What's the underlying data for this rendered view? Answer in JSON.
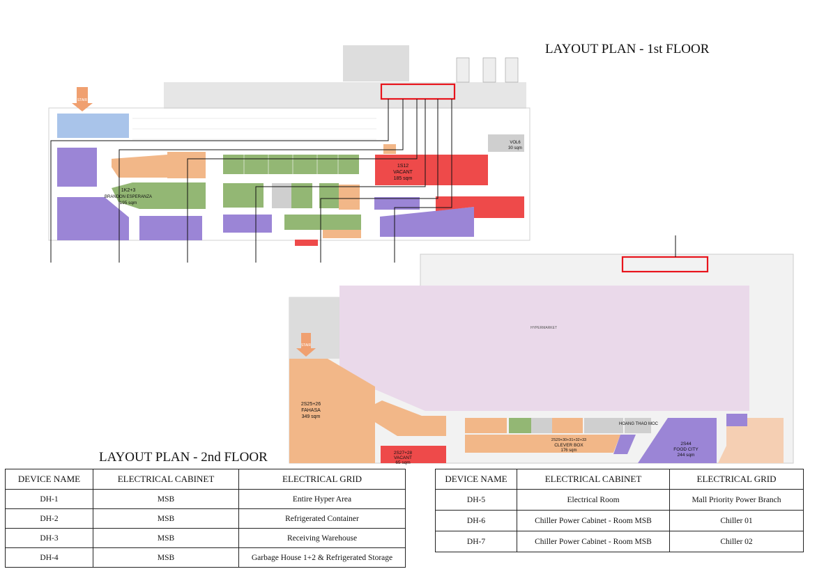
{
  "titles": {
    "first_floor": "LAYOUT PLAN - 1st FLOOR",
    "second_floor": "LAYOUT PLAN - 2nd FLOOR"
  },
  "colors": {
    "orange": "#f2b788",
    "green": "#93b774",
    "purple": "#9b85d6",
    "red": "#ee4a4a",
    "blue": "#a9c4ea",
    "gray": "#cfcfcf",
    "pink": "#ead9ea",
    "highlight": "#e8141c"
  },
  "floor1": {
    "stair": "STAIR",
    "rooms": {
      "r1s12": {
        "code": "1S12",
        "name": "VACANT",
        "area": "185 sqm"
      },
      "r1k": {
        "code": "1K2+3",
        "name": "BRANDON ESPERANZA",
        "area": "195 sqm"
      },
      "rvol": {
        "code": "VOL6",
        "area": "30 sqm"
      }
    }
  },
  "floor2": {
    "stair": "STAIR",
    "hypermarket": "HYPERMARKET",
    "rooms": {
      "fahasa": {
        "code": "2S25+26",
        "name": "FAHASA",
        "area": "349 sqm"
      },
      "vacant": {
        "code": "2S27+28",
        "name": "VACANT",
        "area": "65 sqm"
      },
      "clever": {
        "code": "2S29+30+31+32+33",
        "name": "CLEVER BOX",
        "area": "176 sqm"
      },
      "hoang": {
        "name": "HOANG THAO MOC"
      },
      "food": {
        "code": "2S44",
        "name": "FOOD CITY",
        "area": "244 sqm"
      }
    }
  },
  "table_left": {
    "headers": [
      "DEVICE NAME",
      "ELECTRICAL CABINET",
      "ELECTRICAL GRID"
    ],
    "rows": [
      [
        "DH-1",
        "MSB",
        "Entire Hyper Area"
      ],
      [
        "DH-2",
        "MSB",
        "Refrigerated Container"
      ],
      [
        "DH-3",
        "MSB",
        "Receiving Warehouse"
      ],
      [
        "DH-4",
        "MSB",
        "Garbage House 1+2 & Refrigerated Storage"
      ]
    ]
  },
  "table_right": {
    "headers": [
      "DEVICE NAME",
      "ELECTRICAL CABINET",
      "ELECTRICAL GRID"
    ],
    "rows": [
      [
        "DH-5",
        "Electrical Room",
        "Mall Priority Power Branch"
      ],
      [
        "DH-6",
        "Chiller Power Cabinet - Room MSB",
        "Chiller 01"
      ],
      [
        "DH-7",
        "Chiller Power Cabinet - Room MSB",
        "Chiller 02"
      ]
    ]
  }
}
